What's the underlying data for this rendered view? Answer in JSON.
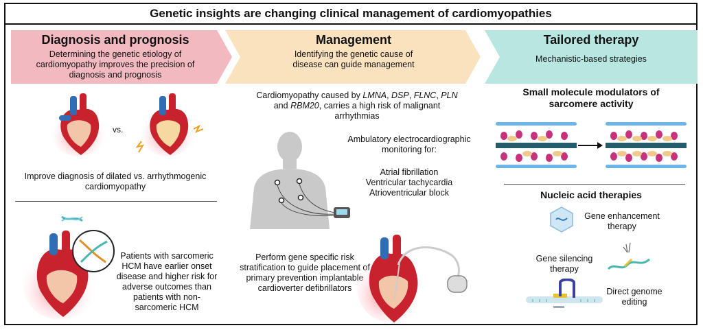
{
  "title": "Genetic insights are changing clinical management of cardiomyopathies",
  "diagnosis": {
    "heading": "Diagnosis and prognosis",
    "subtitle": "Determining the genetic etiology of cardiomyopathy improves the precision of diagnosis and prognosis",
    "vs_label": "vs.",
    "caption": "Improve diagnosis of dilated vs. arrhythmogenic cardiomyopathy",
    "hcm_text": "Patients with sarcomeric HCM have earlier onset disease and higher risk for adverse outcomes than patients with non-sarcomeric HCM"
  },
  "management": {
    "heading": "Management",
    "subtitle": "Identifying the genetic cause of disease can guide management",
    "genes_intro": "Cardiomyopathy caused by",
    "genes_1": "LMNA",
    "genes_2": "DSP",
    "genes_3": "FLNC",
    "genes_4": "PLN",
    "genes_and": "and",
    "genes_5": "RBM20",
    "genes_tail": "carries a high risk of malignant arrhythmias",
    "monitoring_title": "Ambulatory electrocardiographic monitoring for:",
    "monitoring_items": [
      "Atrial fibrillation",
      "Ventricular tachycardia",
      "Atrioventricular block"
    ],
    "icd_text": "Perform gene specific risk stratification to guide placement of primary prevention implantable cardioverter defibrillators"
  },
  "therapy": {
    "heading": "Tailored therapy",
    "subtitle": "Mechanistic-based strategies",
    "small_molecule": "Small molecule modulators of sarcomere activity",
    "nucleic_title": "Nucleic acid therapies",
    "gene_enhancement": "Gene enhancement therapy",
    "gene_silencing": "Gene silencing therapy",
    "genome_editing": "Direct genome editing"
  },
  "colors": {
    "diagnosis_banner": "#f2b9c0",
    "management_banner": "#fbe2bf",
    "therapy_banner": "#b8e6e1",
    "heart_red": "#c8232c",
    "vessel_blue": "#2f6db5"
  }
}
